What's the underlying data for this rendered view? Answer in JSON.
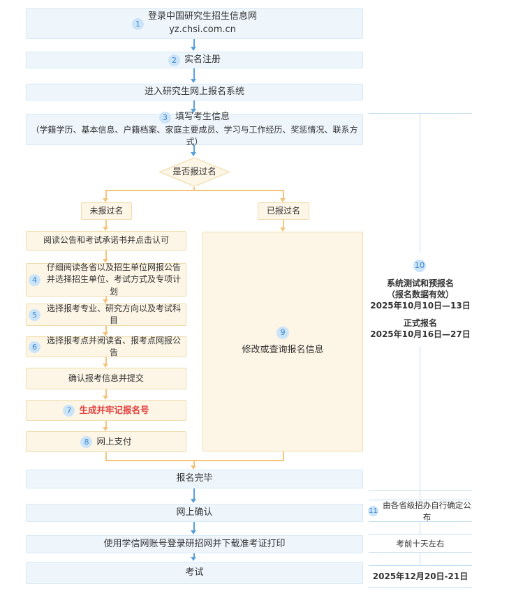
{
  "flow": {
    "step1": {
      "num": "1",
      "line1": "登录中国研究生招生信息网",
      "line2": "yz.chsi.com.cn"
    },
    "step2": {
      "num": "2",
      "label": "实名注册"
    },
    "step_enter": {
      "label": "进入研究生网上报名系统"
    },
    "step3": {
      "num": "3",
      "label": "填写考生信息",
      "detail": "（学籍学历、基本信息、户籍档案、家庭主要成员、学习与工作经历、奖惩情况、联系方式）"
    },
    "decision": {
      "label": "是否报过名"
    },
    "branch_no": {
      "label": "未报过名"
    },
    "branch_yes": {
      "label": "已报过名"
    },
    "left_steps": [
      {
        "label": "阅读公告和考试承诺书并点击认可"
      },
      {
        "num": "4",
        "line1": "仔细阅读各省以及招生单位网报公告",
        "line2": "并选择招生单位、考试方式及专项计划"
      },
      {
        "num": "5",
        "label": "选择报考专业、研究方向以及考试科目"
      },
      {
        "num": "6",
        "label": "选择报考点并阅读省、报考点网报公告"
      },
      {
        "label": "确认报考信息并提交"
      },
      {
        "num": "7",
        "label": "生成并牢记报名号"
      },
      {
        "num": "8",
        "label": "网上支付"
      }
    ],
    "modify_box": {
      "num": "9",
      "label": "修改或查询报名信息"
    },
    "done": {
      "label": "报名完毕"
    },
    "confirm": {
      "label": "网上确认"
    },
    "download": {
      "label": "使用学信网账号登录研招网并下载准考证打印"
    },
    "exam": {
      "label": "考试"
    }
  },
  "timeline": {
    "step10": {
      "num": "10",
      "phase1_title": "系统测试和预报名",
      "phase1_note": "（报名数据有效）",
      "phase1_date": "2025年10月10日—13日",
      "phase2_title": "正式报名",
      "phase2_date": "2025年10月16日—27日"
    },
    "note11": {
      "num": "11",
      "text": "由各省级招办自行确定公布"
    },
    "note_print": {
      "text": "考前十天左右"
    },
    "exam_date": {
      "text": "2025年12月20日-21日"
    }
  },
  "colors": {
    "blue_box_bg": "#eef6fc",
    "blue_box_border": "#d5e9f6",
    "orange_box_bg": "#fdf6e7",
    "orange_box_border": "#f0dcab",
    "blue_arrow": "#58a0dc",
    "orange_arrow": "#f3c57c",
    "badge_bg": "#cbe4f8",
    "badge_text": "#3d87d0",
    "text": "#333333",
    "red_text": "#e23d3c",
    "sidebar_line": "#c2ddee"
  }
}
